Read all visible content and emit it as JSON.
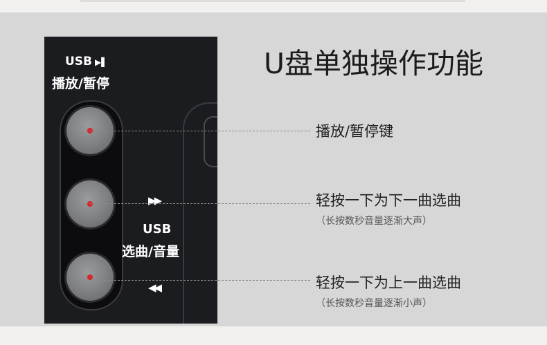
{
  "heading": "U盘单独操作功能",
  "device": {
    "usb_top": "USB",
    "play_pause_symbol": "▶▌",
    "play_pause_label": "播放/暂停",
    "next_symbol": "▶▶",
    "usb_mid": "USB",
    "select_volume_label": "选曲/音量",
    "prev_symbol": "◀◀"
  },
  "annotations": [
    {
      "main": "播放/暂停键"
    },
    {
      "main": "轻按一下为下一曲选曲",
      "sub": "（长按数秒音量逐渐大声）"
    },
    {
      "main": "轻按一下为上一曲选曲",
      "sub": "（长按数秒音量逐渐小声）"
    }
  ]
}
